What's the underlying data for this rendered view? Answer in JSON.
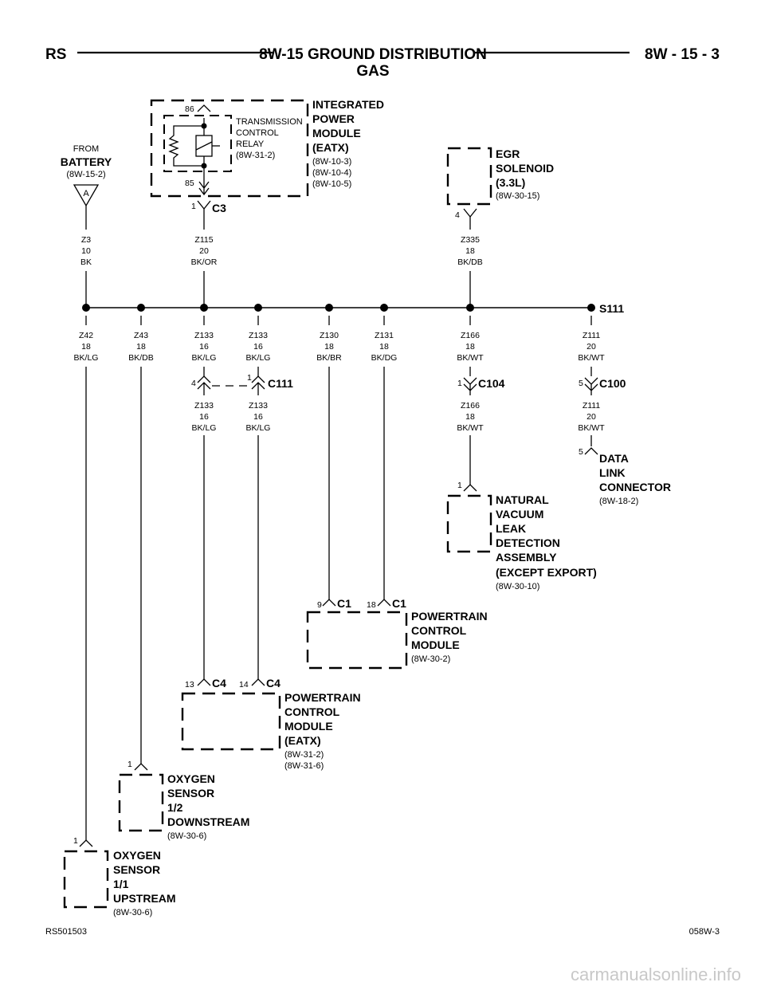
{
  "header": {
    "left": "RS",
    "title_line1": "8W-15 GROUND DISTRIBUTION",
    "title_line2": "GAS",
    "right": "8W - 15 - 3"
  },
  "footer": {
    "left": "RS501503",
    "right": "058W-3"
  },
  "watermark": "carmanualsonline.info",
  "components": {
    "ipm": {
      "lines": [
        "INTEGRATED",
        "POWER",
        "MODULE",
        "(EATX)"
      ],
      "refs": [
        "(8W-10-3)",
        "(8W-10-4)",
        "(8W-10-5)"
      ]
    },
    "relay": {
      "lines": [
        "TRANSMISSION",
        "CONTROL",
        "RELAY",
        "(8W-31-2)"
      ],
      "pin_top": "86",
      "pin_bottom": "85"
    },
    "battery": {
      "from": "FROM",
      "name": "BATTERY",
      "ref": "(8W-15-2)",
      "marker": "A"
    },
    "egr": {
      "lines": [
        "EGR",
        "SOLENOID",
        "(3.3L)"
      ],
      "ref": "(8W-30-15)"
    },
    "dlc": {
      "lines": [
        "DATA",
        "LINK",
        "CONNECTOR"
      ],
      "ref": "(8W-18-2)"
    },
    "nvld": {
      "lines": [
        "NATURAL",
        "VACUUM",
        "LEAK",
        "DETECTION",
        "ASSEMBLY",
        "(EXCEPT EXPORT)"
      ],
      "ref": "(8W-30-10)"
    },
    "pcm": {
      "lines": [
        "POWERTRAIN",
        "CONTROL",
        "MODULE"
      ],
      "ref": "(8W-30-2)"
    },
    "tcm": {
      "lines": [
        "POWERTRAIN",
        "CONTROL",
        "MODULE",
        "(EATX)"
      ],
      "refs": [
        "(8W-31-2)",
        "(8W-31-6)"
      ]
    },
    "o2_down": {
      "lines": [
        "OXYGEN",
        "SENSOR",
        "1/2",
        "DOWNSTREAM"
      ],
      "ref": "(8W-30-6)"
    },
    "o2_up": {
      "lines": [
        "OXYGEN",
        "SENSOR",
        "1/1",
        "UPSTREAM"
      ],
      "ref": "(8W-30-6)"
    }
  },
  "splice": "S111",
  "connectors": {
    "c3": {
      "name": "C3",
      "pin": "1"
    },
    "egr": {
      "pin": "4"
    },
    "c111": {
      "name": "C111",
      "pin_left": "4",
      "pin_right": "1"
    },
    "c104": {
      "name": "C104",
      "pin": "1"
    },
    "c100": {
      "name": "C100",
      "pin": "5"
    },
    "dlc": {
      "pin": "5"
    },
    "nvld": {
      "pin": "1"
    },
    "pcm_c1a": {
      "name": "C1",
      "pin": "9"
    },
    "pcm_c1b": {
      "name": "C1",
      "pin": "18"
    },
    "tcm_c4a": {
      "name": "C4",
      "pin": "13"
    },
    "tcm_c4b": {
      "name": "C4",
      "pin": "14"
    },
    "o2_down": {
      "pin": "1"
    },
    "o2_up": {
      "pin": "1"
    }
  },
  "wires_upper": [
    {
      "id": "Z3",
      "gauge": "10",
      "color": "BK"
    },
    {
      "id": "Z115",
      "gauge": "20",
      "color": "BK/OR"
    },
    {
      "id": "Z335",
      "gauge": "18",
      "color": "BK/DB"
    }
  ],
  "wires_lower": [
    {
      "id": "Z42",
      "gauge": "18",
      "color": "BK/LG"
    },
    {
      "id": "Z43",
      "gauge": "18",
      "color": "BK/DB"
    },
    {
      "id": "Z133",
      "gauge": "16",
      "color": "BK/LG"
    },
    {
      "id": "Z133",
      "gauge": "16",
      "color": "BK/LG"
    },
    {
      "id": "Z130",
      "gauge": "18",
      "color": "BK/BR"
    },
    {
      "id": "Z131",
      "gauge": "18",
      "color": "BK/DG"
    },
    {
      "id": "Z166",
      "gauge": "18",
      "color": "BK/WT"
    },
    {
      "id": "Z111",
      "gauge": "20",
      "color": "BK/WT"
    }
  ],
  "wires_mid": [
    {
      "id": "Z133",
      "gauge": "16",
      "color": "BK/LG"
    },
    {
      "id": "Z133",
      "gauge": "16",
      "color": "BK/LG"
    },
    {
      "id": "Z166",
      "gauge": "18",
      "color": "BK/WT"
    },
    {
      "id": "Z111",
      "gauge": "20",
      "color": "BK/WT"
    }
  ]
}
